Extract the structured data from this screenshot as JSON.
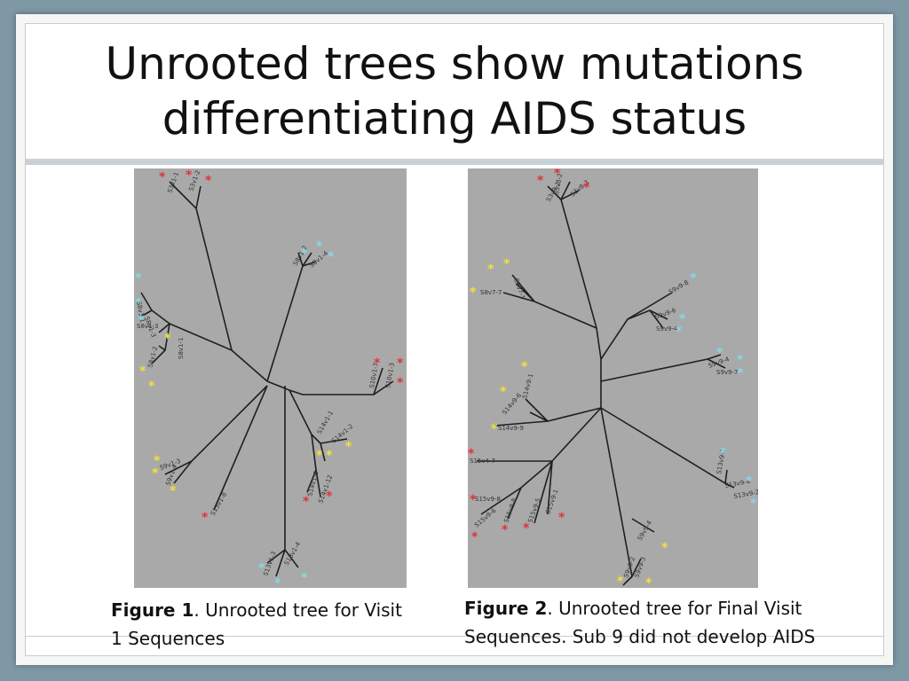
{
  "slide": {
    "title_line1": "Unrooted trees show mutations",
    "title_line2": "differentiating AIDS status"
  },
  "figure1": {
    "caption_bold": "Figure 1",
    "caption_text": ". Unrooted tree for Visit 1 Sequences"
  },
  "figure2": {
    "caption_bold": "Figure 2",
    "caption_text": ". Unrooted tree for Final Visit Sequences. Sub 9 did not develop AIDS"
  },
  "colors": {
    "panel_bg": "#a9a9a9",
    "branch": "#1f1f1f",
    "marker_red": "#e0323c",
    "marker_blue": "#8ad6e8",
    "marker_yellow": "#f2e23a"
  }
}
